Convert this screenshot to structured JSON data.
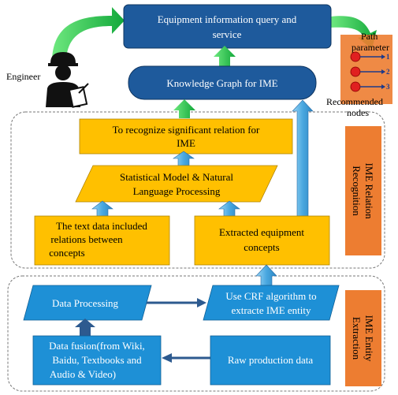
{
  "colors": {
    "blue_box": "#1e5a9c",
    "blue_text": "#ffffff",
    "blue_arrow": "#5bb4e8",
    "dark_arrow": "#2d5a8f",
    "green_arrow": "#1fbf4c",
    "yellow_box": "#ffc000",
    "orange_label": "#ed7d31",
    "red_node": "#e02020"
  },
  "top": {
    "query_service": [
      "Equipment information query and",
      "service"
    ],
    "knowledge_graph": "Knowledge Graph for IME",
    "engineer": "Engineer",
    "path_parameter": [
      "Path",
      "parameter"
    ],
    "recommended_nodes": [
      "Recommended",
      "nodes"
    ],
    "node_numbers": [
      "1",
      "2",
      "3"
    ]
  },
  "relation_section": {
    "label": [
      "IME Relation",
      "Recognition"
    ],
    "significant_relation": [
      "To recognize significant relation  for",
      "IME"
    ],
    "statistical_model": [
      "Statistical Model  &  Natural",
      "Language Processing"
    ],
    "text_data": [
      "The text data included",
      "relations between",
      "concepts"
    ],
    "extracted_concepts": [
      "Extracted equipment",
      "concepts"
    ]
  },
  "extraction_section": {
    "label": [
      "IME Entity",
      "Extraction"
    ],
    "data_processing": "Data Processing",
    "crf_algorithm": [
      "Use CRF algorithm to",
      "extracte IME entity"
    ],
    "data_fusion": [
      "Data fusion(from Wiki,",
      "Baidu, Textbooks and",
      "Audio & Video)"
    ],
    "raw_data": "Raw production data"
  }
}
